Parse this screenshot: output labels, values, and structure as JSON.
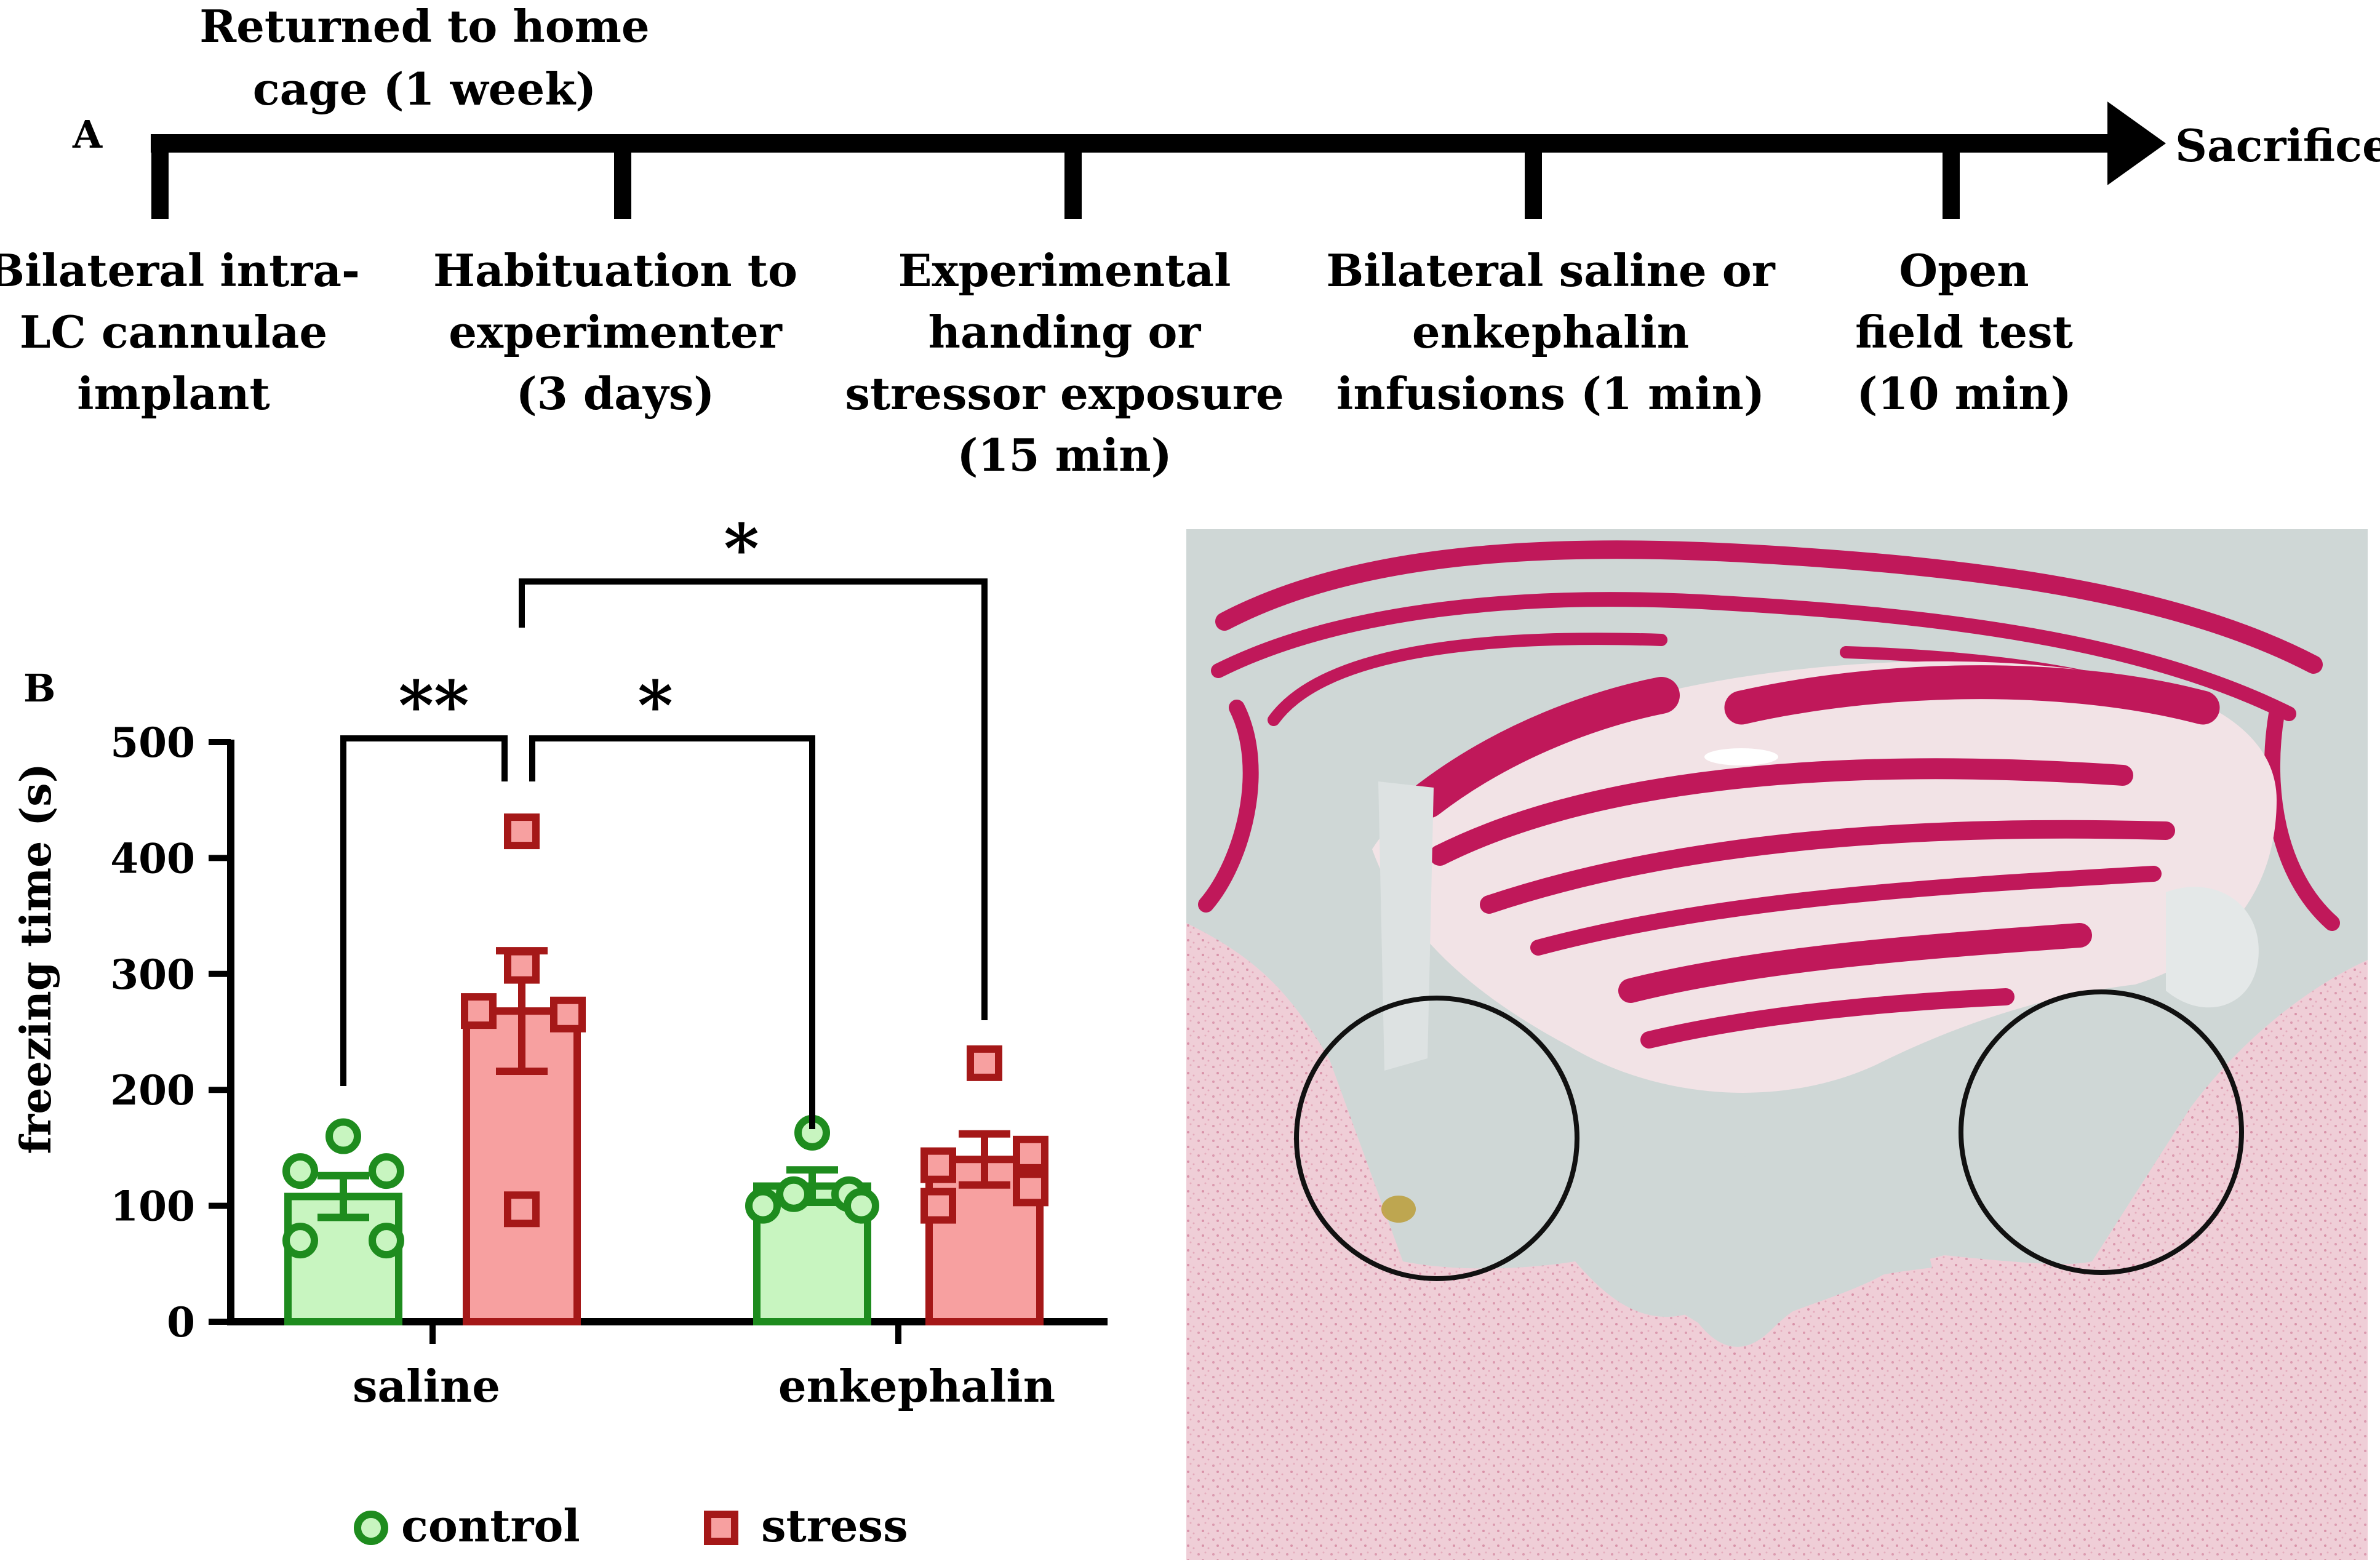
{
  "panel_a": {
    "label": "A",
    "top_note_lines": [
      "Returned to home",
      "cage (1 week)"
    ],
    "end_label": "Sacrifice",
    "steps": [
      {
        "lines": [
          "Bilateral intra-",
          "LC cannulae",
          "implant"
        ]
      },
      {
        "lines": [
          "Habituation to",
          "experimenter",
          "(3 days)"
        ]
      },
      {
        "lines": [
          "Experimental",
          "handing or",
          "stressor exposure",
          "(15 min)"
        ]
      },
      {
        "lines": [
          "Bilateral saline or",
          "enkephalin",
          "infusions (1 min)"
        ]
      },
      {
        "lines": [
          "Open",
          "field test",
          "(10 min)"
        ]
      }
    ]
  },
  "panel_b": {
    "label": "B"
  },
  "chart_data": {
    "type": "bar",
    "categories": [
      "saline",
      "enkephalin"
    ],
    "ylabel": "freezing time (s)",
    "xlabel": "",
    "ylim": [
      0,
      500
    ],
    "yticks": [
      0,
      100,
      200,
      300,
      400,
      500
    ],
    "series": [
      {
        "name": "control",
        "color": "#1e8c1e",
        "fill": "#c8f5c0",
        "marker": "circle",
        "means": [
          108,
          117
        ],
        "sem": [
          18,
          14
        ],
        "points": [
          [
            160,
            130,
            130,
            70,
            70
          ],
          [
            163,
            110,
            100,
            110,
            100
          ]
        ]
      },
      {
        "name": "stress",
        "color": "#a51818",
        "fill": "#f7a0a0",
        "marker": "square",
        "means": [
          268,
          140
        ],
        "sem": [
          52,
          22
        ],
        "points": [
          [
            423,
            307,
            268,
            265,
            97
          ],
          [
            223,
            145,
            135,
            115,
            100
          ]
        ]
      }
    ],
    "significance": [
      {
        "label": "**",
        "between": [
          "saline control",
          "saline stress"
        ]
      },
      {
        "label": "*",
        "between": [
          "saline stress",
          "enkephalin control"
        ]
      },
      {
        "label": "*",
        "between": [
          "saline stress",
          "enkephalin stress"
        ]
      }
    ],
    "legend_position": "bottom"
  },
  "micrograph": {
    "description_colors": {
      "tissue": "#f4dfe3",
      "stain": "#c0185a",
      "background": "#cfd6d6"
    }
  }
}
